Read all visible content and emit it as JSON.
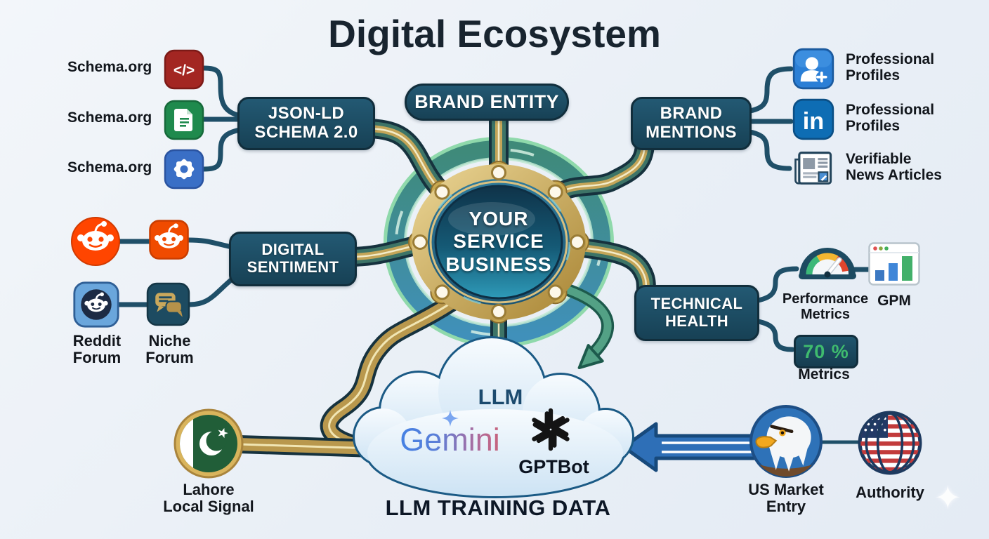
{
  "title": "Digital Ecosystem",
  "hub": {
    "line1": "YOUR",
    "line2": "SERVICE",
    "line3": "BUSINESS"
  },
  "nodes": {
    "brand_entity": "BRAND ENTITY",
    "json_ld": {
      "line1": "JSON-LD",
      "line2": "SCHEMA 2.0"
    },
    "brand_mentions": {
      "line1": "BRAND",
      "line2": "MENTIONS"
    },
    "digital_sentiment": {
      "line1": "DIGITAL",
      "line2": "SENTIMENT"
    },
    "technical_health": {
      "line1": "TECHNICAL",
      "line2": "HEALTH"
    }
  },
  "schema_sources": [
    {
      "label": "Schema.org",
      "icon": "code-icon"
    },
    {
      "label": "Schema.org",
      "icon": "document-icon"
    },
    {
      "label": "Schema.org",
      "icon": "gear-icon"
    }
  ],
  "profiles": [
    {
      "line1": "Professional",
      "line2": "Profiles",
      "icon": "add-user-icon"
    },
    {
      "line1": "Professional",
      "line2": "Profiles",
      "icon": "linkedin-icon"
    },
    {
      "line1": "Verifiable",
      "line2": "News Articles",
      "icon": "newspaper-icon"
    }
  ],
  "linkedin": {
    "wordmark": "in"
  },
  "forums": {
    "reddit": {
      "line1": "Reddit",
      "line2": "Forum"
    },
    "niche": {
      "line1": "Niche",
      "line2": "Forum"
    }
  },
  "metrics": {
    "performance": {
      "line1": "Performance",
      "line2": "Metrics"
    },
    "gpm_label": "GPM",
    "score_value": "70 %",
    "score_label": "Metrics"
  },
  "cloud": {
    "llm": "LLM",
    "gemini": "Gemini",
    "gptbot": "GPTBot",
    "caption": "LLM TRAINING DATA"
  },
  "bottom": {
    "lahore": {
      "line1": "Lahore",
      "line2": "Local Signal"
    },
    "us_market": {
      "line1": "US Market",
      "line2": "Entry"
    },
    "authority": "Authority"
  },
  "colors": {
    "node_box": "#1d5068",
    "pipe_teal": "#3d7467",
    "pipe_gold": "#c4a558",
    "score_green": "#3fbb6e",
    "reddit_orange": "#ff4500",
    "linkedin_blue": "#0e6db4",
    "cloud_border": "#1b5a85",
    "arrow_blue": "#2e6fb7",
    "arrow_green": "#53a185"
  }
}
